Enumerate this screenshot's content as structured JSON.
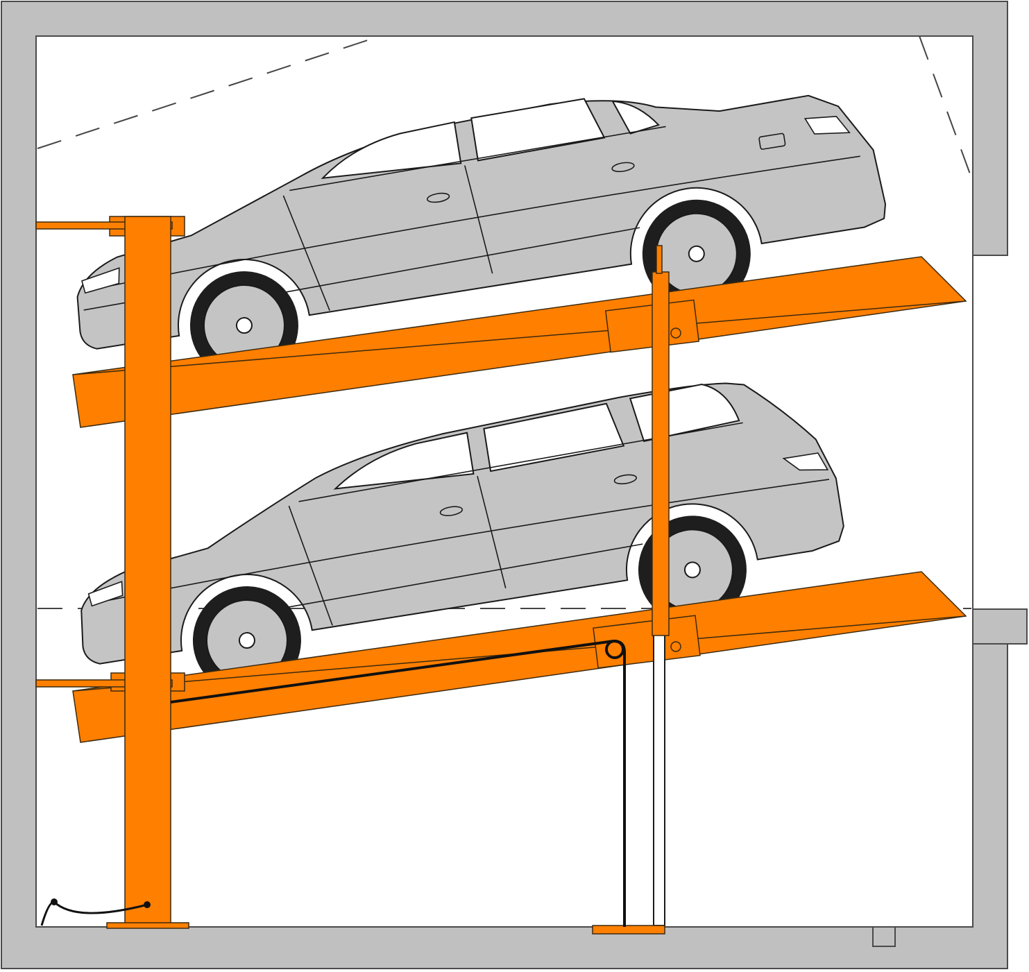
{
  "diagram": {
    "type": "parking-lift-cross-section",
    "colors": {
      "wall": "#c0c0c0",
      "wall_outline": "#4a4a4a",
      "lift": "#ff7f00",
      "lift_outline": "#3b2a10",
      "car_body": "#c4c4c4",
      "car_glass": "#ffffff",
      "tire": "#1e1e1e",
      "rim": "#c4c4c4",
      "line": "#1a1a1a",
      "dashed": "#444444",
      "background": "#ffffff"
    },
    "components": [
      {
        "name": "pit-walls",
        "shape": "concrete-enclosure"
      },
      {
        "name": "main-post",
        "shape": "vertical-steel-column"
      },
      {
        "name": "upper-platform",
        "shape": "tilted-platform"
      },
      {
        "name": "lower-platform",
        "shape": "tilted-platform"
      },
      {
        "name": "hydraulic-cylinder",
        "shape": "piston-with-rod"
      },
      {
        "name": "upper-car",
        "shape": "sedan-silhouette"
      },
      {
        "name": "lower-car",
        "shape": "estate-silhouette"
      },
      {
        "name": "hydraulic-hose",
        "shape": "routed-line"
      },
      {
        "name": "power-cable",
        "shape": "curved-line"
      }
    ],
    "icons": [
      "pivot-bolt-icon",
      "pulley-icon"
    ]
  }
}
